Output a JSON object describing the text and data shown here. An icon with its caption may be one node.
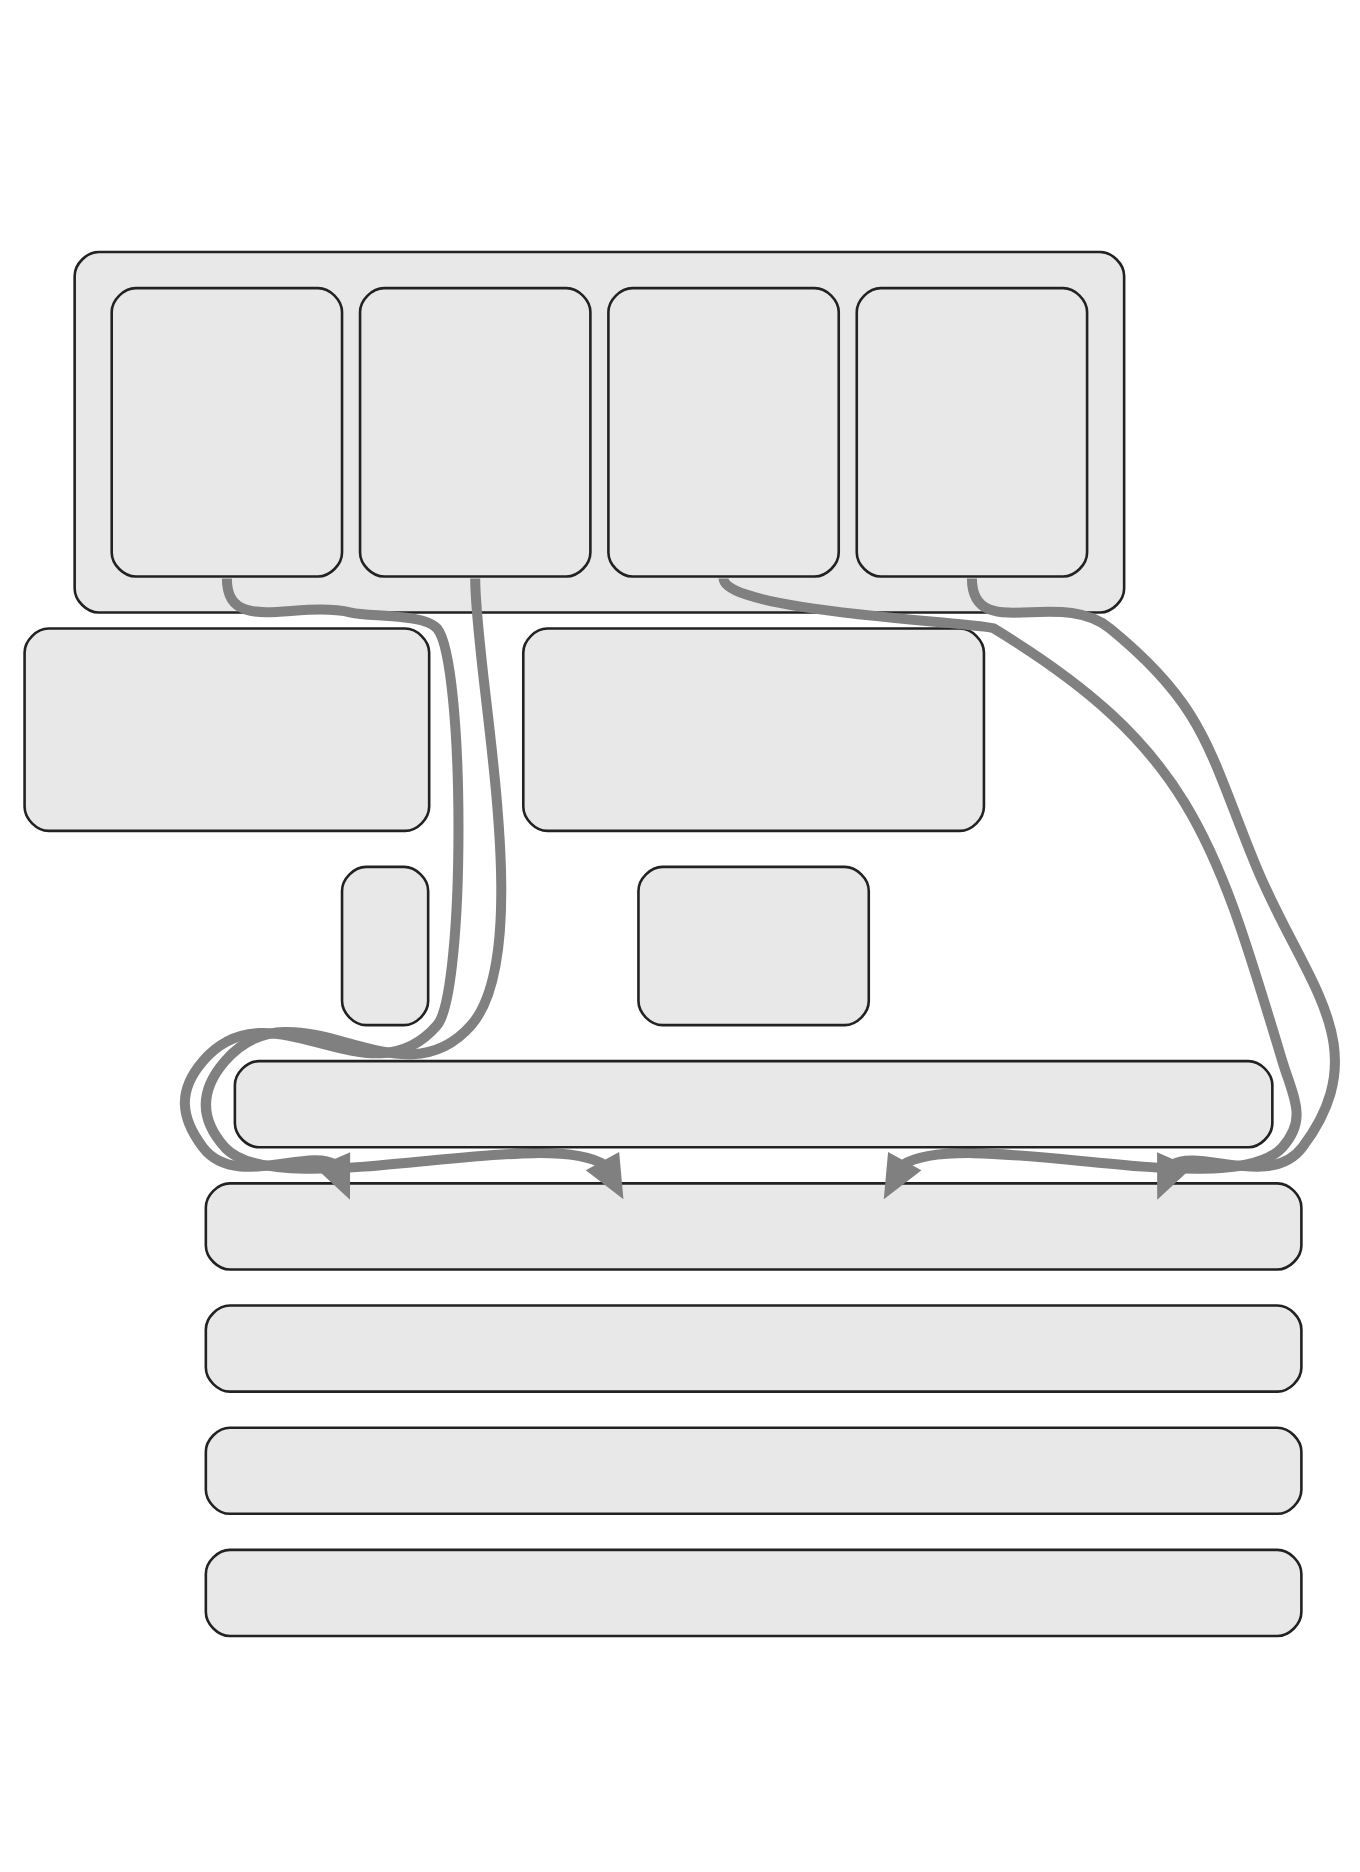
{
  "diagram": {
    "nodes": [
      {
        "text": [],
        "shape": "box"
      },
      {
        "text": [],
        "shape": "box",
        "in": 0
      },
      {
        "text": [],
        "shape": "box",
        "in": 0
      },
      {
        "text": [],
        "shape": "box",
        "in": 0
      },
      {
        "text": [],
        "shape": "box",
        "in": 0
      },
      {
        "text": [],
        "shape": "box"
      },
      {
        "text": [],
        "shape": "box"
      },
      {
        "text": [],
        "shape": "box"
      },
      {
        "text": [],
        "shape": "box"
      },
      {
        "text": [],
        "shape": "box"
      },
      {
        "text": [],
        "shape": "box"
      },
      {
        "text": [],
        "shape": "box"
      },
      {
        "text": [],
        "shape": "box"
      },
      {
        "text": [],
        "shape": "box"
      }
    ],
    "edges": [
      {
        "from": 1,
        "to": 10,
        "arrow": "to"
      },
      {
        "from": 2,
        "to": 10,
        "arrow": "to"
      },
      {
        "from": 3,
        "to": 10,
        "arrow": "to"
      },
      {
        "from": 4,
        "to": 10,
        "arrow": "to"
      }
    ]
  }
}
